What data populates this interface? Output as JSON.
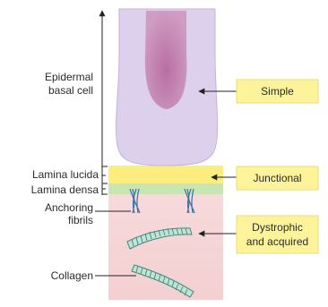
{
  "labels": {
    "epidermal_line1": "Epidermal",
    "epidermal_line2": "basal cell",
    "lamina_lucida": "Lamina lucida",
    "lamina_densa": "Lamina densa",
    "anchoring_line1": "Anchoring",
    "anchoring_line2": "fibrils",
    "collagen": "Collagen"
  },
  "categories": {
    "simple": "Simple",
    "junctional": "Junctional",
    "dystrophic_line1": "Dystrophic",
    "dystrophic_line2": "and acquired"
  },
  "colors": {
    "cell_fill": "#ddd0ec",
    "cell_stroke": "#b9a6d2",
    "nucleus": "#c27fae",
    "lamina_lucida": "#fbee7e",
    "lamina_densa": "#c9e6b2",
    "dermis": "#f6d6d8",
    "fibril": "#3a6fa8",
    "collagen_stroke": "#3f8a77",
    "collagen_fill": "#bfe3d6",
    "box_fill": "#fdf39a",
    "box_stroke": "#e5d870"
  }
}
